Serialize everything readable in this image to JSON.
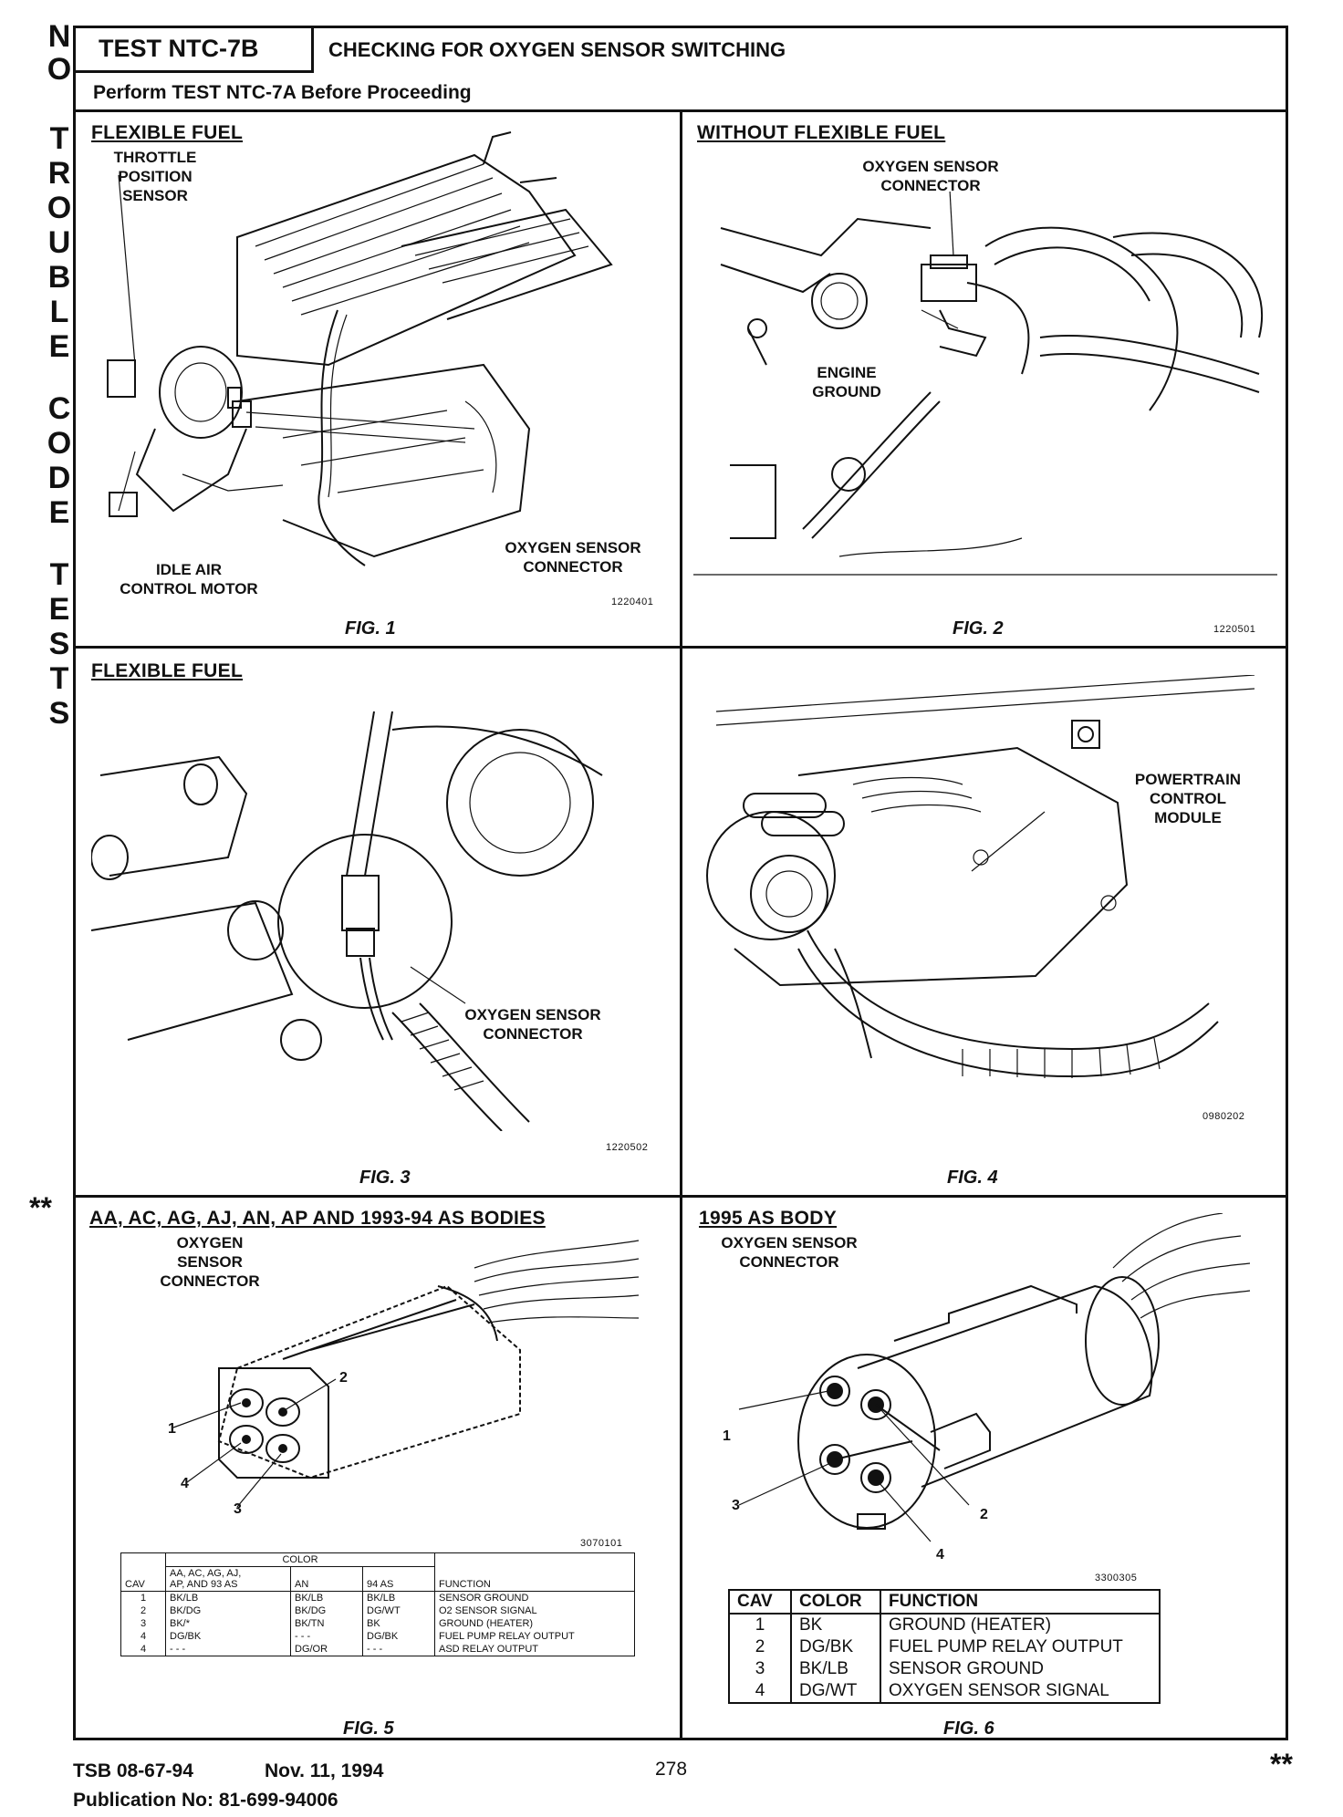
{
  "side_banner": {
    "letters": [
      "N",
      "O",
      "T",
      "R",
      "O",
      "U",
      "B",
      "L",
      "E",
      "C",
      "O",
      "D",
      "E",
      "T",
      "E",
      "S",
      "T",
      "S"
    ]
  },
  "header": {
    "test_id": "TEST NTC-7B",
    "title": "CHECKING FOR OXYGEN SENSOR SWITCHING",
    "subtitle": "Perform TEST NTC-7A Before Proceeding"
  },
  "fig1": {
    "heading": "FLEXIBLE FUEL",
    "callout_tps": "THROTTLE\nPOSITION\nSENSOR",
    "callout_iac": "IDLE AIR\nCONTROL MOTOR",
    "callout_o2": "OXYGEN SENSOR\nCONNECTOR",
    "number": "1220401",
    "caption": "FIG. 1"
  },
  "fig2": {
    "heading": "WITHOUT FLEXIBLE FUEL",
    "callout_o2": "OXYGEN SENSOR\nCONNECTOR",
    "callout_ground": "ENGINE\nGROUND",
    "number": "1220501",
    "caption": "FIG. 2"
  },
  "fig3": {
    "heading": "FLEXIBLE FUEL",
    "callout_o2": "OXYGEN SENSOR\nCONNECTOR",
    "number": "1220502",
    "caption": "FIG. 3"
  },
  "fig4": {
    "callout_pcm": "POWERTRAIN\nCONTROL\nMODULE",
    "number": "0980202",
    "caption": "FIG. 4"
  },
  "fig5": {
    "marker": "**",
    "heading": "AA, AC, AG, AJ, AN, AP AND 1993-94 AS BODIES",
    "callout": "OXYGEN\nSENSOR\nCONNECTOR",
    "pins": [
      "1",
      "2",
      "3",
      "4"
    ],
    "number": "3070101",
    "caption": "FIG. 5",
    "table": {
      "color_header": "COLOR",
      "headers": [
        "CAV",
        "AA, AC, AG, AJ,\nAP, AND 93 AS",
        "AN",
        "94 AS",
        "FUNCTION"
      ],
      "rows": [
        [
          "1",
          "BK/LB",
          "BK/LB",
          "BK/LB",
          "SENSOR GROUND"
        ],
        [
          "2",
          "BK/DG",
          "BK/DG",
          "DG/WT",
          "O2 SENSOR SIGNAL"
        ],
        [
          "3",
          "BK/*",
          "BK/TN",
          "BK",
          "GROUND (HEATER)"
        ],
        [
          "4",
          "DG/BK",
          "- - -",
          "DG/BK",
          "FUEL PUMP RELAY OUTPUT"
        ],
        [
          "4",
          "- - -",
          "DG/OR",
          "- - -",
          "ASD RELAY OUTPUT"
        ]
      ]
    }
  },
  "fig6": {
    "heading": "1995 AS BODY",
    "callout": "OXYGEN SENSOR\nCONNECTOR",
    "pins": [
      "1",
      "2",
      "3",
      "4"
    ],
    "number": "3300305",
    "caption": "FIG. 6",
    "table": {
      "headers": [
        "CAV",
        "COLOR",
        "FUNCTION"
      ],
      "rows": [
        [
          "1",
          "BK",
          "GROUND (HEATER)"
        ],
        [
          "2",
          "DG/BK",
          "FUEL PUMP RELAY OUTPUT"
        ],
        [
          "3",
          "BK/LB",
          "SENSOR GROUND"
        ],
        [
          "4",
          "DG/WT",
          "OXYGEN SENSOR SIGNAL"
        ]
      ]
    }
  },
  "footer": {
    "tsb": "TSB 08-67-94",
    "date": "Nov. 11, 1994",
    "page": "278",
    "publication": "Publication No:  81-699-94006",
    "marker": "**"
  }
}
